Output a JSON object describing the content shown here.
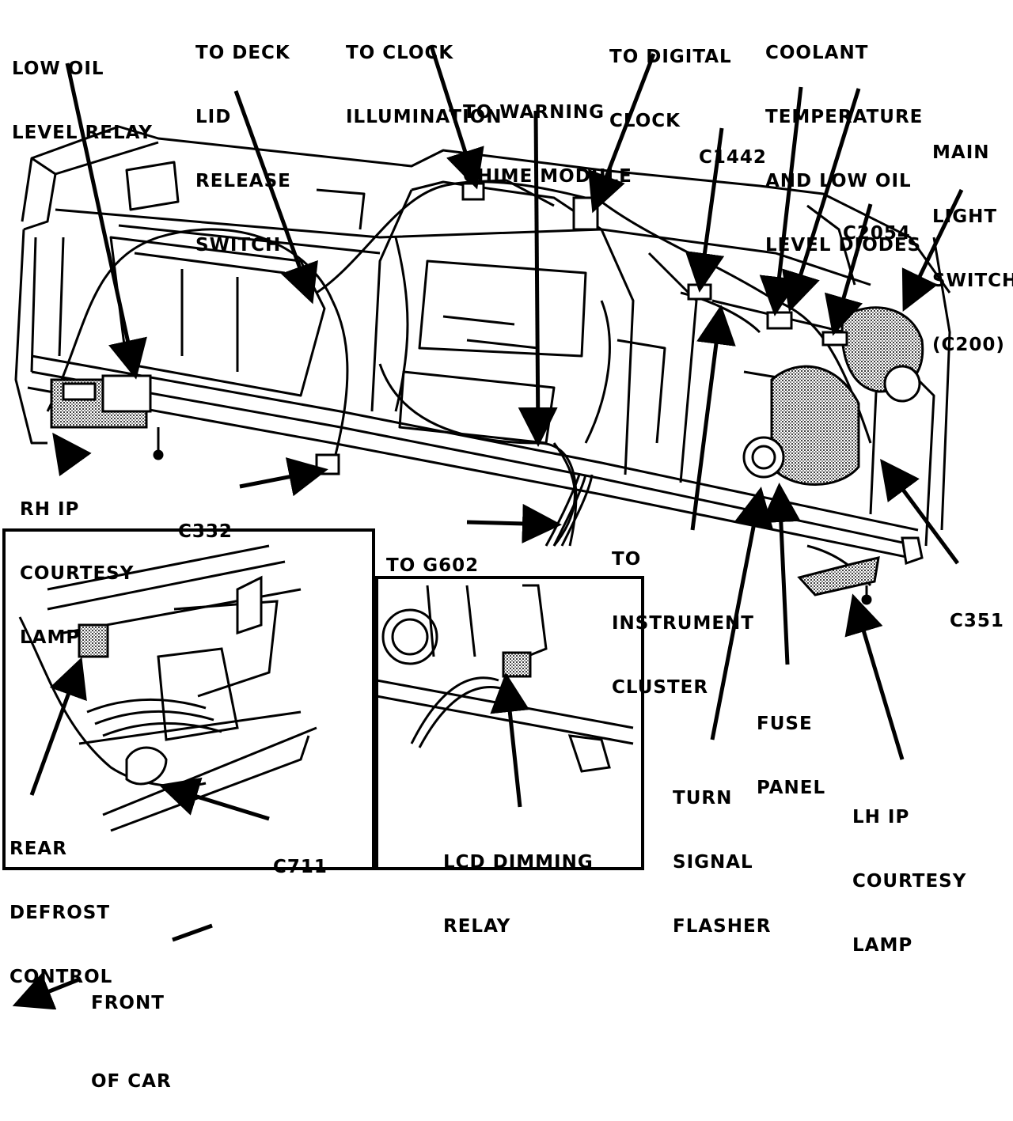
{
  "diagram": {
    "labels": {
      "low_oil_level_relay": [
        "LOW OIL",
        "LEVEL RELAY"
      ],
      "to_deck_lid_release_switch": [
        "TO DECK",
        "LID",
        "RELEASE",
        "SWITCH"
      ],
      "to_clock_illumination": [
        "TO CLOCK",
        "ILLUMINATION"
      ],
      "to_warning_chime_module": [
        "TO WARNING",
        "CHIME MODULE"
      ],
      "to_digital_clock": [
        "TO DIGITAL",
        "CLOCK"
      ],
      "coolant_temperature_diodes": [
        "COOLANT",
        "TEMPERATURE",
        "AND LOW OIL",
        "LEVEL DIODES"
      ],
      "main_light_switch": [
        "MAIN",
        "LIGHT",
        "SWITCH",
        "(C200)"
      ],
      "c1442": "C1442",
      "c2054": "C2054",
      "rh_ip_courtesy_lamp": [
        "RH IP",
        "COURTESY",
        "LAMP"
      ],
      "c332": "C332",
      "to_g602": "TO G602",
      "to_instrument_cluster": [
        "TO",
        "INSTRUMENT",
        "CLUSTER"
      ],
      "c351": "C351",
      "fuse_panel": [
        "FUSE",
        "PANEL"
      ],
      "turn_signal_flasher": [
        "TURN",
        "SIGNAL",
        "FLASHER"
      ],
      "lh_ip_courtesy_lamp": [
        "LH IP",
        "COURTESY",
        "LAMP"
      ],
      "rear_defrost_control": [
        "REAR",
        "DEFROST",
        "CONTROL"
      ],
      "c711": "C711",
      "lcd_dimming_relay": [
        "LCD DIMMING",
        "RELAY"
      ],
      "front_of_car": [
        "FRONT",
        "OF CAR"
      ]
    },
    "colors": {
      "ink": "#000000",
      "paper": "#ffffff",
      "shading": "#777777"
    }
  }
}
